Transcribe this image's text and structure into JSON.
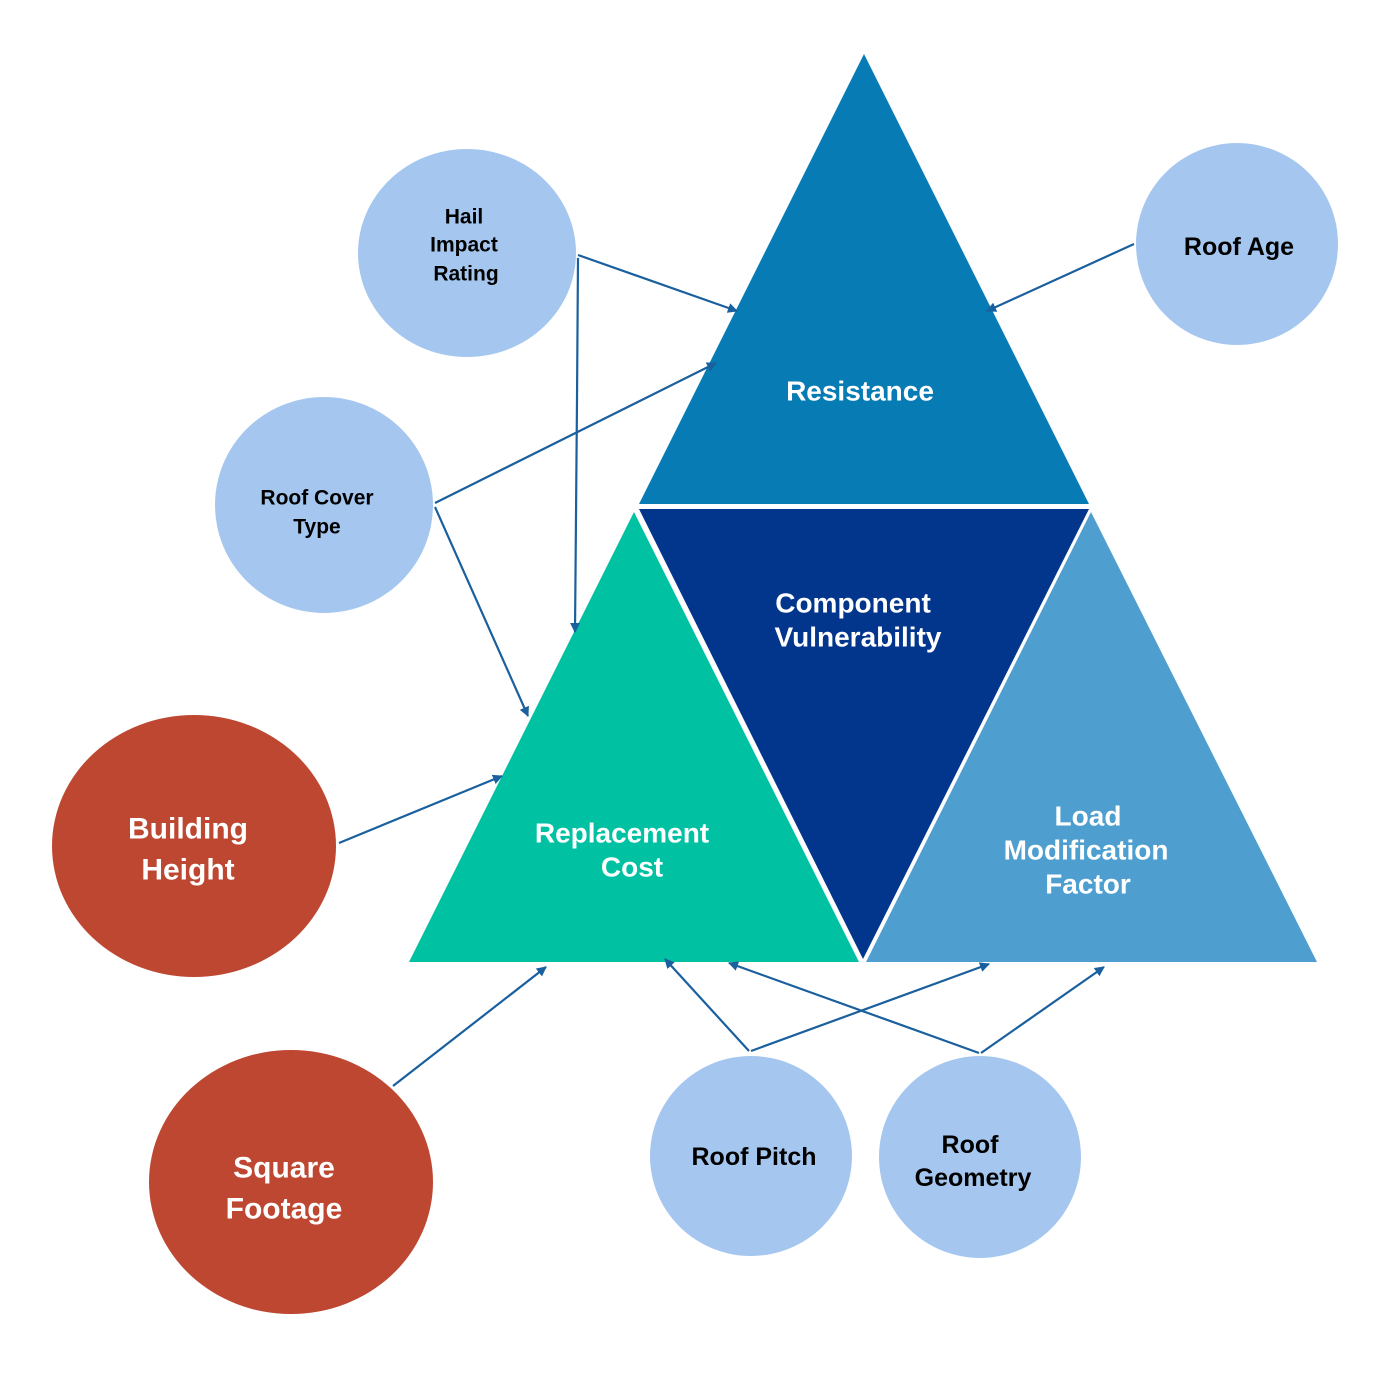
{
  "colors": {
    "resistance": "#077bb3",
    "component_vulnerability": "#02358c",
    "replacement_cost": "#00c2a3",
    "load_modification_factor": "#4e9fd0",
    "factor_blue": "#a5c7ef",
    "factor_red": "#bd4731",
    "arrow": "#1a5f9e"
  },
  "components": {
    "resistance": {
      "label": "Resistance"
    },
    "component_vulnerability": {
      "line1": "Component",
      "line2": "Vulnerability"
    },
    "replacement_cost": {
      "line1": "Replacement",
      "line2": "Cost"
    },
    "load_modification_factor": {
      "line1": "Load",
      "line2": "Modification",
      "line3": "Factor"
    }
  },
  "factors": {
    "hail_impact_rating": {
      "line1": "Hail",
      "line2": "Impact",
      "line3": "Rating"
    },
    "roof_age": {
      "label": "Roof Age"
    },
    "roof_cover_type": {
      "line1": "Roof Cover",
      "line2": "Type"
    },
    "building_height": {
      "line1": "Building",
      "line2": "Height"
    },
    "square_footage": {
      "line1": "Square",
      "line2": "Footage"
    },
    "roof_pitch": {
      "label": "Roof Pitch"
    },
    "roof_geometry": {
      "line1": "Roof",
      "line2": "Geometry"
    }
  },
  "connections": [
    {
      "from": "Hail Impact Rating",
      "to": "Resistance"
    },
    {
      "from": "Hail Impact Rating",
      "to": "Replacement Cost"
    },
    {
      "from": "Roof Age",
      "to": "Resistance"
    },
    {
      "from": "Roof Cover Type",
      "to": "Resistance"
    },
    {
      "from": "Roof Cover Type",
      "to": "Replacement Cost"
    },
    {
      "from": "Building Height",
      "to": "Replacement Cost"
    },
    {
      "from": "Square Footage",
      "to": "Replacement Cost"
    },
    {
      "from": "Roof Pitch",
      "to": "Replacement Cost"
    },
    {
      "from": "Roof Pitch",
      "to": "Load Modification Factor"
    },
    {
      "from": "Roof Geometry",
      "to": "Replacement Cost"
    },
    {
      "from": "Roof Geometry",
      "to": "Load Modification Factor"
    }
  ]
}
